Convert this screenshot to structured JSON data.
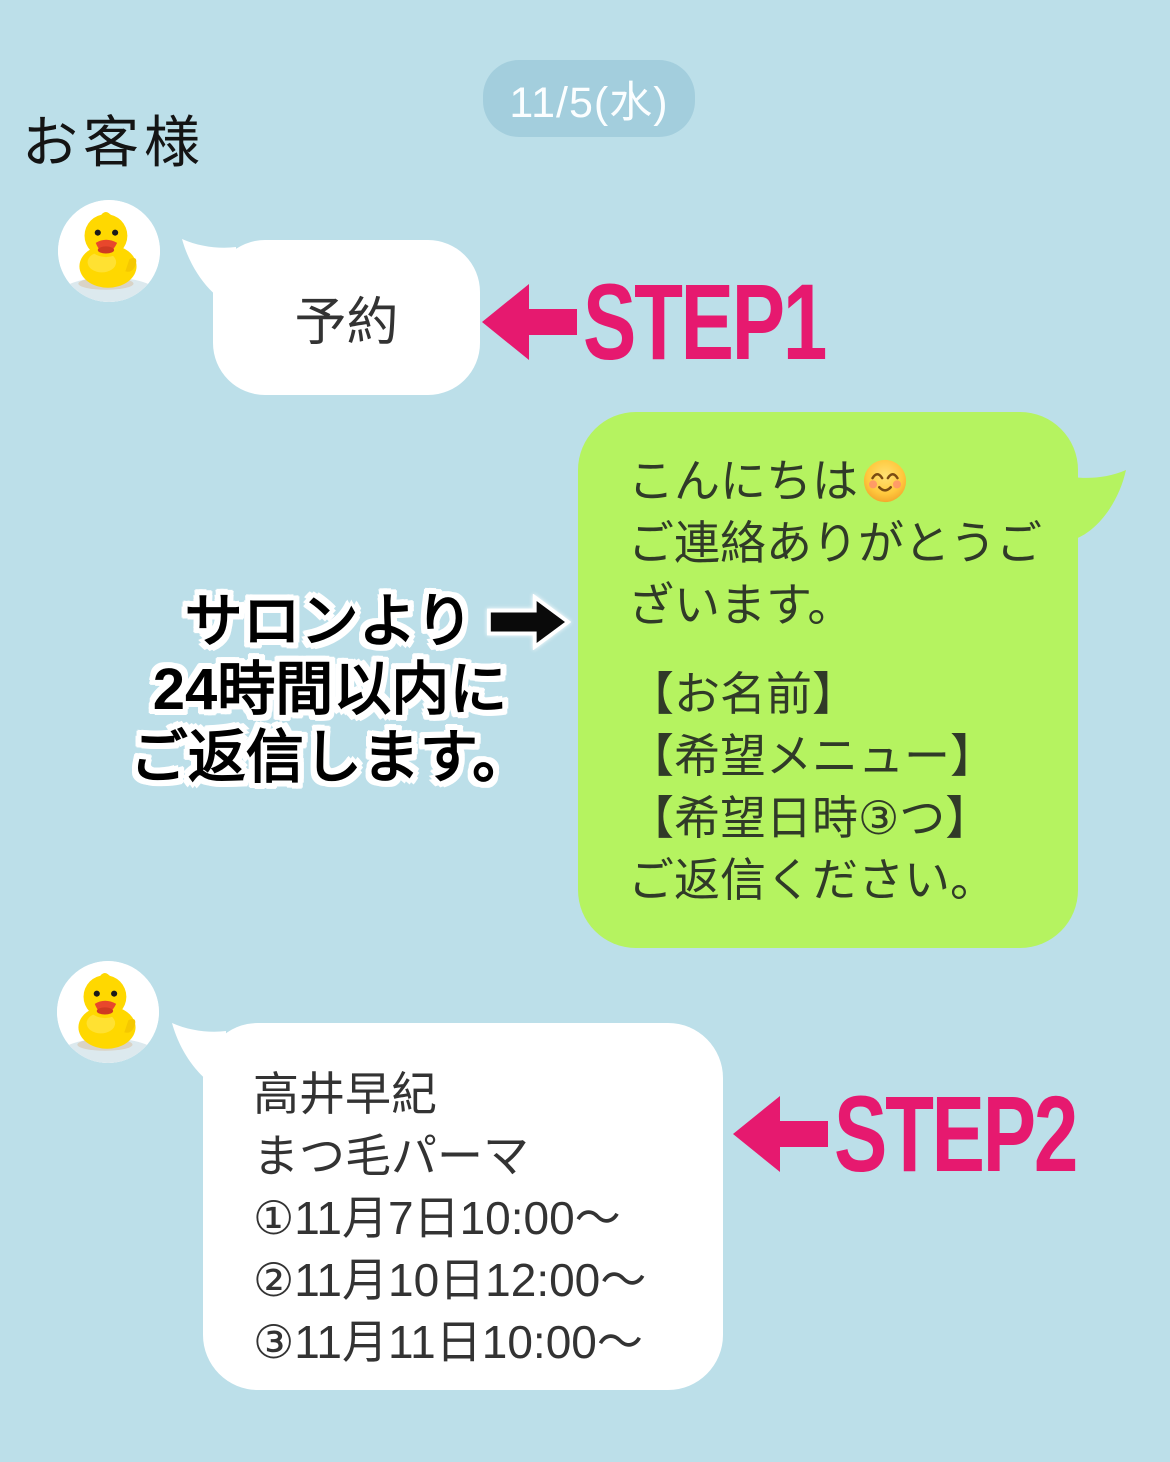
{
  "screen": {
    "date_badge": "11/5(水)",
    "customer_label": "お客様"
  },
  "conversation": {
    "customer_message_1": {
      "text": "予約"
    },
    "salon_message": {
      "greeting_line_1": "こんにちは",
      "emoji": "relaxed-smiling-face",
      "greeting_line_2": "ご連絡ありがとうご",
      "greeting_line_3": "ざいます。",
      "request_lines": [
        "【お名前】",
        "【希望メニュー】",
        "【希望日時③つ】",
        "ご返信ください。"
      ]
    },
    "customer_message_2": {
      "lines": [
        "高井早紀",
        "まつ毛パーマ",
        "①11月7日10:00〜",
        "②11月10日12:00〜",
        "③11月11日10:00〜"
      ]
    }
  },
  "annotations": {
    "step1_label": "STEP1",
    "step2_label": "STEP2",
    "salon_note_lines": [
      "サロンより",
      "24時間以内に",
      "ご返信します。"
    ]
  },
  "icons": {
    "avatar": "rubber-duck-avatar",
    "step_arrow": "left-arrow",
    "note_arrow": "right-arrow"
  },
  "colors": {
    "background": "#bcdfe9",
    "date_badge_bg": "#a3cedd",
    "bubble_white": "#ffffff",
    "bubble_green": "#b5f360",
    "accent_pink": "#e6196f",
    "text_dark": "#333333"
  }
}
